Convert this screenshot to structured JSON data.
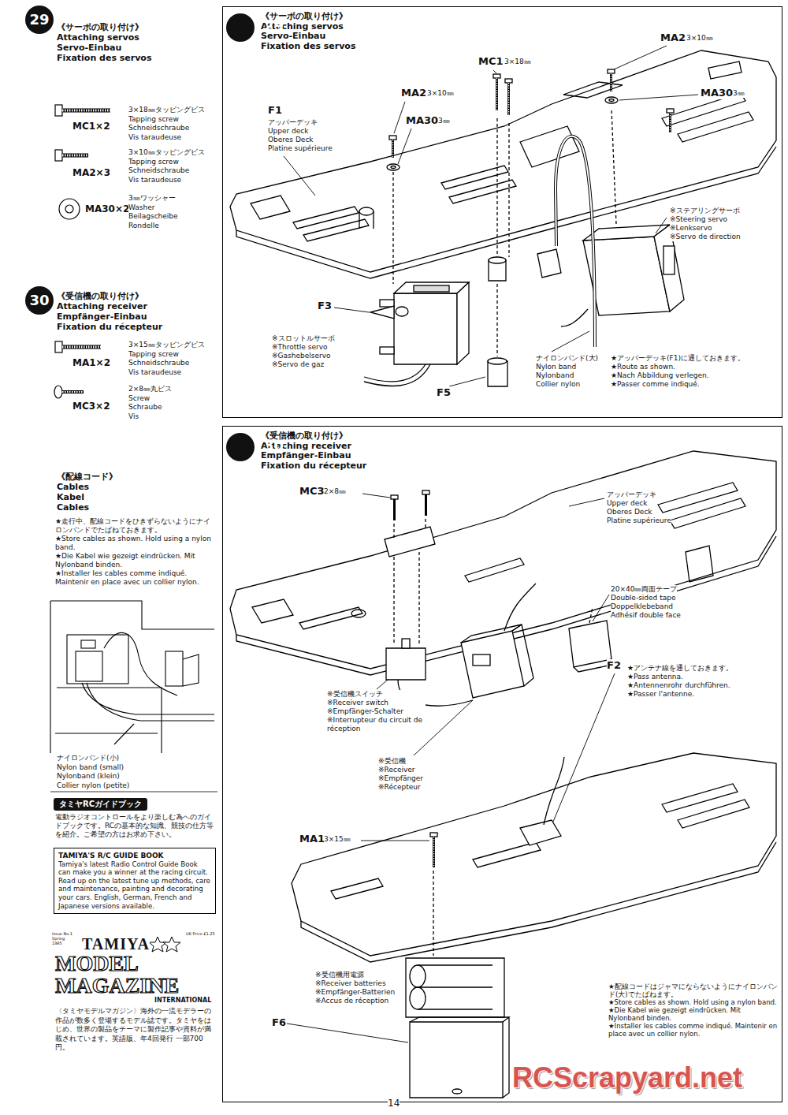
{
  "diagram": {
    "nodes": [
      {
        "text": [
          "《サーボの取り付け》",
          "Attaching servos",
          "Servo-Einbau",
          "Fixation des servos"
        ]
      },
      {
        "text": [
          "29"
        ],
        "in": 0
      },
      {
        "text": [
          "《受信機の取り付け》",
          "Attaching receiver",
          "Empfänger-Einbau",
          "Fixation du récepteur"
        ]
      },
      {
        "text": [
          "30"
        ],
        "in": 2
      },
      {
        "text": [
          "29"
        ]
      },
      {
        "text": [
          "30"
        ]
      },
      {
        "text": [
          "タミヤRCガイドブック"
        ]
      },
      {
        "text": [
          "TAMIYA'S R/C GUIDE BOOK",
          "Tamiya's latest Radio Control Guide Book can make you a winner at the racing circuit. Read up on the latest tune up methods, care and maintenance, painting and decorating your cars. English, German, French and Japanese versions available."
        ]
      }
    ],
    "labels": [
      "《サーボの取り付け》",
      "Attaching servos",
      "Servo-Einbau",
      "Fixation des servos",
      "MC1×2",
      "3×18㎜タッピングビス",
      "Tapping screw",
      "Schneidschraube",
      "Vis taraudeuse",
      "MA2×3",
      "3×10㎜タッピングビス",
      "Tapping screw",
      "Schneidschraube",
      "Vis taraudeuse",
      "MA30×2",
      "3㎜ワッシャー",
      "Washer",
      "Beilagscheibe",
      "Rondelle",
      "《受信機の取り付け》",
      "Attaching receiver",
      "Empfänger-Einbau",
      "Fixation du récepteur",
      "MA1×2",
      "3×15㎜タッピングビス",
      "Tapping screw",
      "Schneidschraube",
      "Vis taraudeuse",
      "MC3×2",
      "2×8㎜丸ビス",
      "Screw",
      "Schraube",
      "Vis",
      "《配線コード》",
      "Cables",
      "Kabel",
      "Cables",
      "★走行中、配線コードをひきずらないようにナイロンバンドでたばねておきます。",
      "★Store cables as shown. Hold using a nylon band.",
      "★Die Kabel wie gezeigt eindrücken. Mit Nylonband binden.",
      "★Installer les cables comme indiqué. Maintenir en place avec un collier nylon.",
      "ナイロンバンド(小)",
      "Nylon band (small)",
      "Nylonband (klein)",
      "Collier nylon (petite)",
      "電動ラジオコントロールをより楽しむ為へのガイドブックです。RCの基本的な知識、競技の仕方等を紹介。ご希望の方はお求め下さい。",
      "Issue No.1 Spring 1995",
      "UK Price £1.25",
      "TAMIYA",
      "MODEL",
      "MAGAZINE",
      "INTERNATIONAL",
      "〈タミヤモデルマガジン〉海外の一流モデラーの作品が数多く登場するモデル誌です。タミヤをはじめ、世界の製品をテーマに製作記事や資料が満載されています。英語版、年4回発行 一部700円。",
      "MA2",
      "3×10㎜",
      "MC1",
      "3×18㎜",
      "MA2",
      "3×10㎜",
      "MA30",
      "3㎜",
      "MA30",
      "3㎜",
      "F1",
      "アッパーデッキ",
      "Upper deck",
      "Oberes Deck",
      "Platine supérieure",
      "※ステアリングサーボ",
      "※Steering servo",
      "※Lenkservo",
      "※Servo de direction",
      "F3",
      "※スロットルサーボ",
      "※Throttle servo",
      "※Gashebelservo",
      "※Servo de gaz",
      "F5",
      "ナイロンバンド(大)",
      "Nylon band",
      "Nylonband",
      "Collier nylon",
      "★アッパーデッキ(F1)に通しておきます。",
      "★Route as shown.",
      "★Nach Abbildung verlegen.",
      "★Passer comme indiqué.",
      "MC3",
      "2×8㎜",
      "アッパーデッキ",
      "Upper deck",
      "Oberes Deck",
      "Platine supérieure",
      "20×40㎜両面テープ",
      "Double-sided tape",
      "Doppelklebeband",
      "Adhésif double face",
      "※受信機スイッチ",
      "※Receiver switch",
      "※Empfänger-Schalter",
      "※Interrupteur du circuit de réception",
      "※受信機",
      "※Receiver",
      "※Empfänger",
      "※Récepteur",
      "F2",
      "★アンテナ線を通しておきます。",
      "★Pass antenna.",
      "★Antennenrohr durchführen.",
      "★Passer l'antenne.",
      "MA1",
      "3×15㎜",
      "※受信機用電源",
      "※Receiver batteries",
      "※Empfänger-Batterien",
      "※Accus de réception",
      "★配線コードはジャマにならないようにナイロンバンド(大)でたばねます。",
      "★Store cables as shown. Hold using a nylon band.",
      "★Die Kabel wie gezeigt eindrücken. Mit Nylonband binden.",
      "★Installer les cables comme indiqué. Maintenir en place avec un collier nylon.",
      "F6",
      "14",
      "RCScrapyard.net"
    ]
  }
}
